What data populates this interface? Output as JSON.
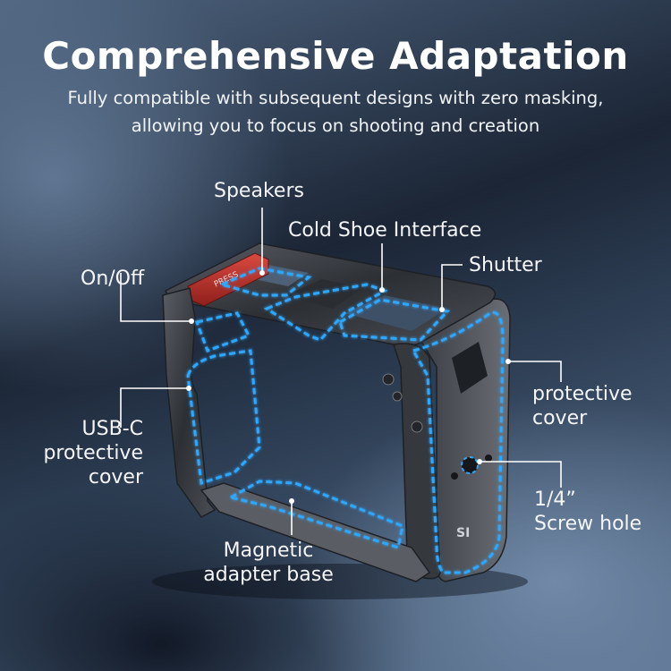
{
  "header": {
    "title": "Comprehensive Adaptation",
    "subtitle_line1": "Fully compatible with subsequent designs with zero masking,",
    "subtitle_line2": "allowing you to focus on shooting and creation"
  },
  "product": {
    "button_text": "PRESS",
    "logo_text": "SI"
  },
  "callouts": {
    "speakers": "Speakers",
    "cold_shoe": "Cold Shoe Interface",
    "shutter": "Shutter",
    "on_off": "On/Off",
    "usb_c_line1": "USB-C",
    "usb_c_line2": "protective",
    "usb_c_line3": "cover",
    "protective_line1": "protective",
    "protective_line2": "cover",
    "screw_line1": "1/4”",
    "screw_line2": "Screw hole",
    "magnetic_line1": "Magnetic",
    "magnetic_line2": "adapter base"
  },
  "colors": {
    "highlight": "#2fa7ff",
    "accent_red": "#c3322b",
    "frame": "#3a3d42"
  }
}
